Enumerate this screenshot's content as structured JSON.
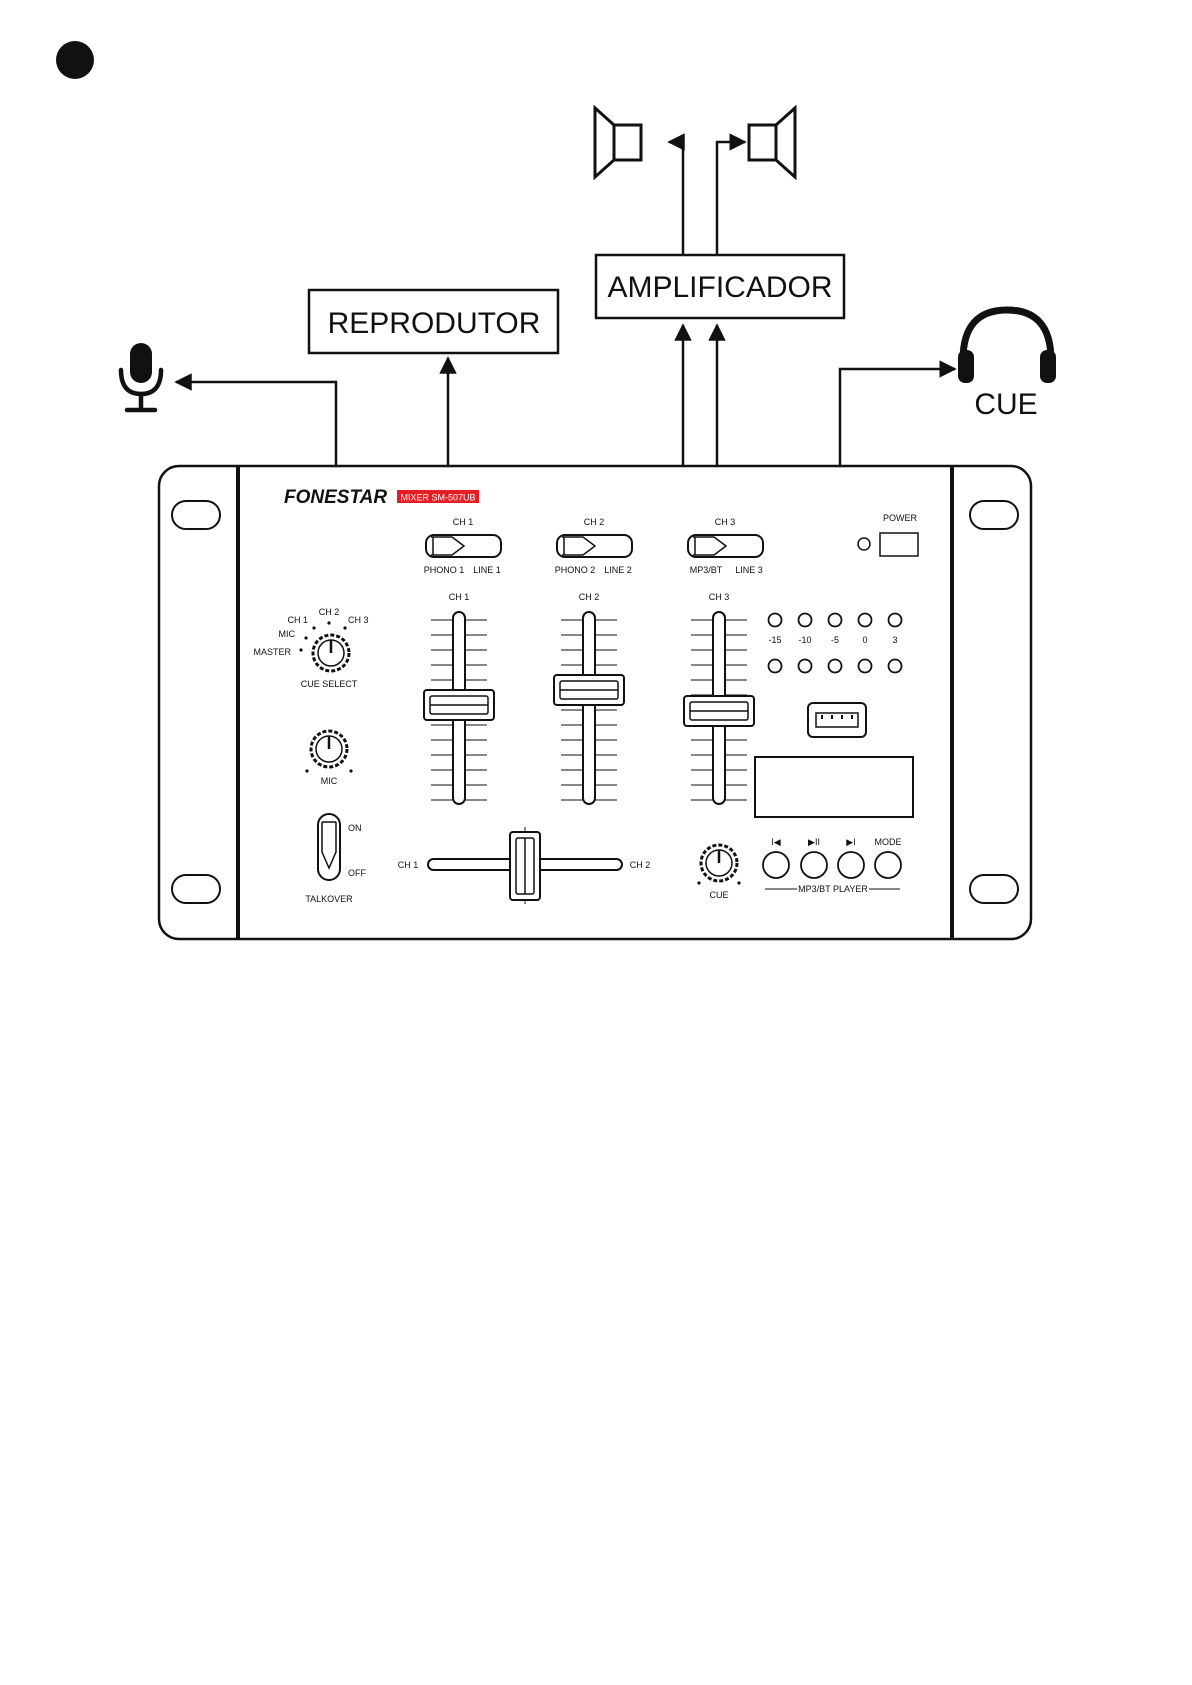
{
  "step_marker": "",
  "boxes": {
    "player": "REPRODUTOR",
    "amplifier": "AMPLIFICADOR",
    "headphones": "CUE"
  },
  "mixer": {
    "brand": "FONESTAR",
    "model": "MIXER SM-507UB",
    "model_color": "#e31e24",
    "input_switches": [
      {
        "title": "CH 1",
        "left": "PHONO 1",
        "right": "LINE 1"
      },
      {
        "title": "CH 2",
        "left": "PHONO 2",
        "right": "LINE 2"
      },
      {
        "title": "CH 3",
        "left": "MP3/BT",
        "right": "LINE 3"
      }
    ],
    "faders": [
      {
        "title": "CH 1"
      },
      {
        "title": "CH 2"
      },
      {
        "title": "CH 3"
      }
    ],
    "power": "POWER",
    "vu_labels": [
      "-15",
      "-10",
      "-5",
      "0",
      "3"
    ],
    "cue_select": {
      "title": "CUE SELECT",
      "master": "MASTER",
      "mic": "MIC",
      "ch1": "CH 1",
      "ch2": "CH 2",
      "ch3": "CH 3"
    },
    "mic_knob": "MIC",
    "talkover": {
      "on": "ON",
      "off": "OFF",
      "title": "TALKOVER"
    },
    "crossfader": {
      "left": "CH 1",
      "right": "CH 2"
    },
    "cue_knob": "CUE",
    "player": {
      "prev": "I◀",
      "play": "▶II",
      "next": "▶I",
      "mode": "MODE",
      "title": "MP3/BT PLAYER"
    }
  }
}
